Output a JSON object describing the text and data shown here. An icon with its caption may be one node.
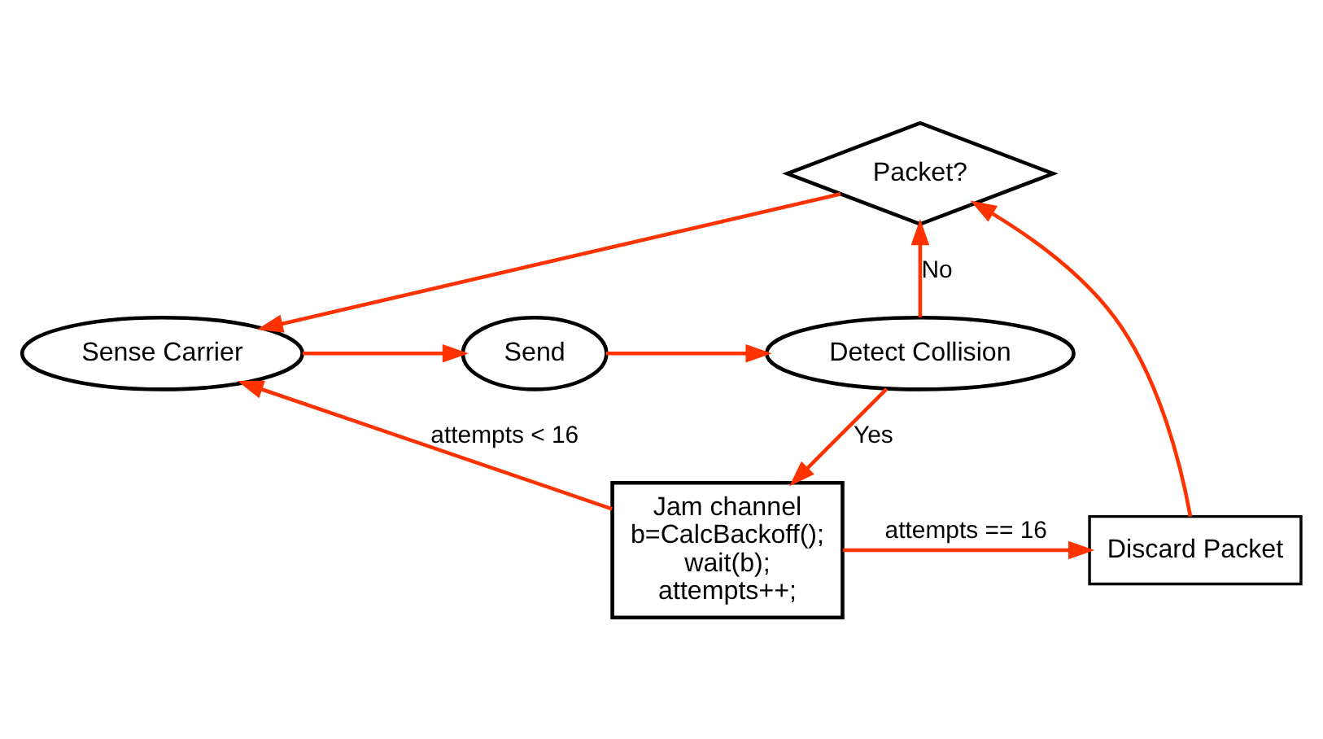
{
  "diagram": {
    "nodes": [
      {
        "text": [
          "Packet?"
        ]
      },
      {
        "text": [
          "Sense Carrier"
        ]
      },
      {
        "text": [
          "Send"
        ]
      },
      {
        "text": [
          "Detect Collision"
        ]
      },
      {
        "text": [
          "Jam channel",
          "b=CalcBackoff();",
          "wait(b);",
          "attempts++;"
        ]
      },
      {
        "text": [
          "Discard Packet"
        ]
      }
    ],
    "edges": [
      {
        "from": 0,
        "to": 1,
        "arrow": "to"
      },
      {
        "from": 1,
        "to": 2,
        "arrow": "to"
      },
      {
        "from": 2,
        "to": 3,
        "arrow": "to"
      },
      {
        "from": 3,
        "to": 0,
        "arrow": "to",
        "label": "No"
      },
      {
        "from": 3,
        "to": 4,
        "arrow": "to",
        "label": "Yes"
      },
      {
        "from": 4,
        "to": 1,
        "arrow": "to",
        "label": "attempts < 16"
      },
      {
        "from": 4,
        "to": 5,
        "arrow": "to",
        "label": "attempts == 16"
      },
      {
        "from": 5,
        "to": 0,
        "arrow": "to"
      }
    ]
  }
}
